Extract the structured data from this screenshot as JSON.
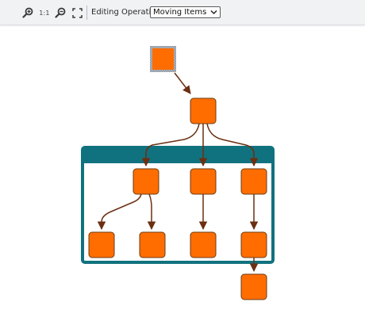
{
  "toolbar": {
    "zoom_in_icon": "zoom-in-icon",
    "reset_zoom_label": "1:1",
    "zoom_out_icon": "zoom-out-icon",
    "fit_icon": "fit-content-icon",
    "mode_label": "Editing Operations",
    "mode_select": {
      "selected": "Moving Items"
    }
  },
  "graph": {
    "colors": {
      "node_fill": "#ff6d00",
      "node_stroke": "#6b3d14",
      "edge": "#6b2f12",
      "group_header": "#11727f",
      "group_border": "#11727f",
      "selected_node_stroke": "#7b8593"
    },
    "selected_node": "root"
  }
}
